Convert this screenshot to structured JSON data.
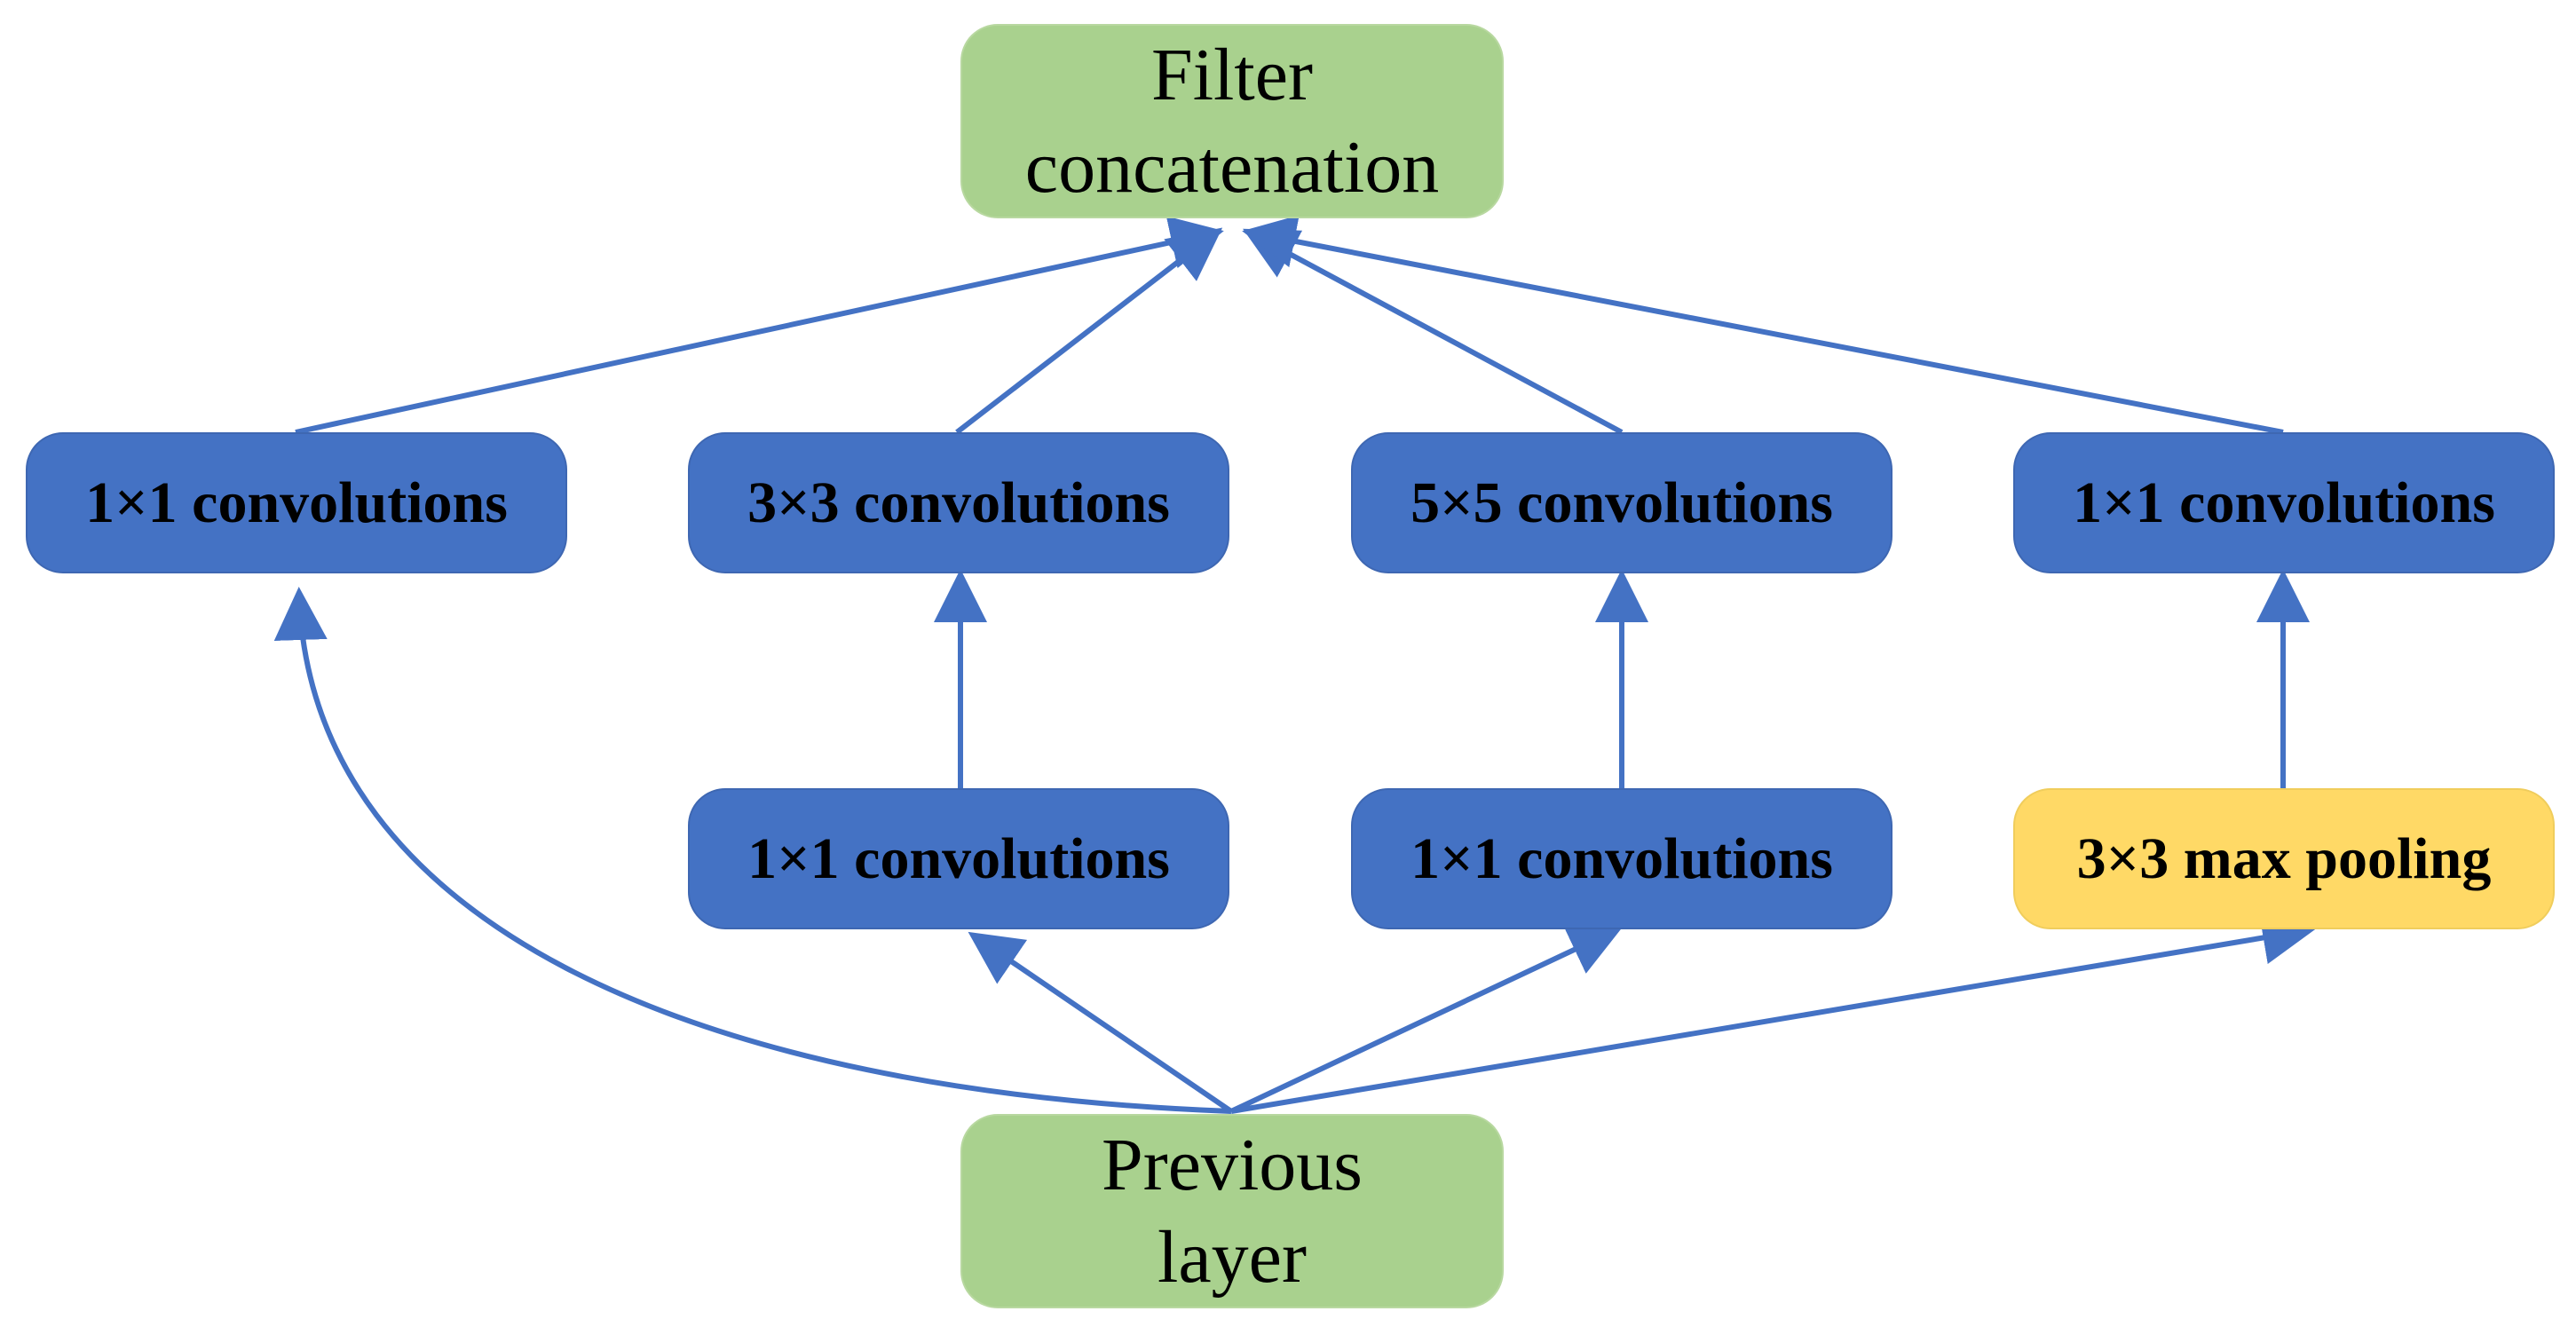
{
  "nodes": {
    "filter_concat": {
      "line1": "Filter",
      "line2": "concatenation"
    },
    "previous_layer": {
      "line1": "Previous",
      "line2": "layer"
    },
    "conv_1x1_branch1": {
      "label": "1×1 convolutions"
    },
    "conv_3x3": {
      "label": "3×3 convolutions"
    },
    "conv_5x5": {
      "label": "5×5 convolutions"
    },
    "conv_1x1_branch4": {
      "label": "1×1 convolutions"
    },
    "conv_1x1_reduce_3x3": {
      "label": "1×1 convolutions"
    },
    "conv_1x1_reduce_5x5": {
      "label": "1×1 convolutions"
    },
    "max_pool_3x3": {
      "label": "3×3 max pooling"
    }
  },
  "colors": {
    "green": "#a9d18e",
    "blue": "#4472c4",
    "yellow": "#ffd966",
    "arrow": "#4472c4"
  }
}
